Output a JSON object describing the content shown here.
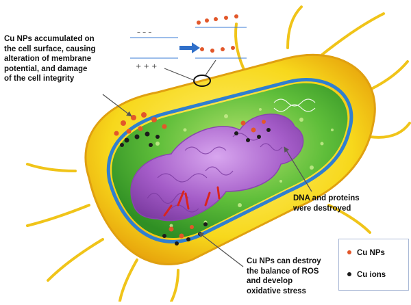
{
  "labels": {
    "surface": "Cu NPs accumulated on\nthe cell surface, causing\nalteration of membrane\npotential, and damage\nof the cell integrity",
    "dna": "DNA and proteins\nwere destroyed",
    "ros": "Cu NPs can destroy\nthe balance of ROS\nand develop\noxidative stress"
  },
  "legend": [
    {
      "label": "Cu NPs",
      "color": "#e2572a"
    },
    {
      "label": "Cu ions",
      "color": "#1c1c1c"
    }
  ],
  "colors": {
    "cell_outer": "#f7d81c",
    "cell_edge": "#e8a50c",
    "cytoplasm": "#3fae2e",
    "cytoplasm_light": "#8fd14f",
    "dna": "#a45cc8",
    "membrane_blue": "#2f7fd0",
    "arrow": "#555555"
  }
}
